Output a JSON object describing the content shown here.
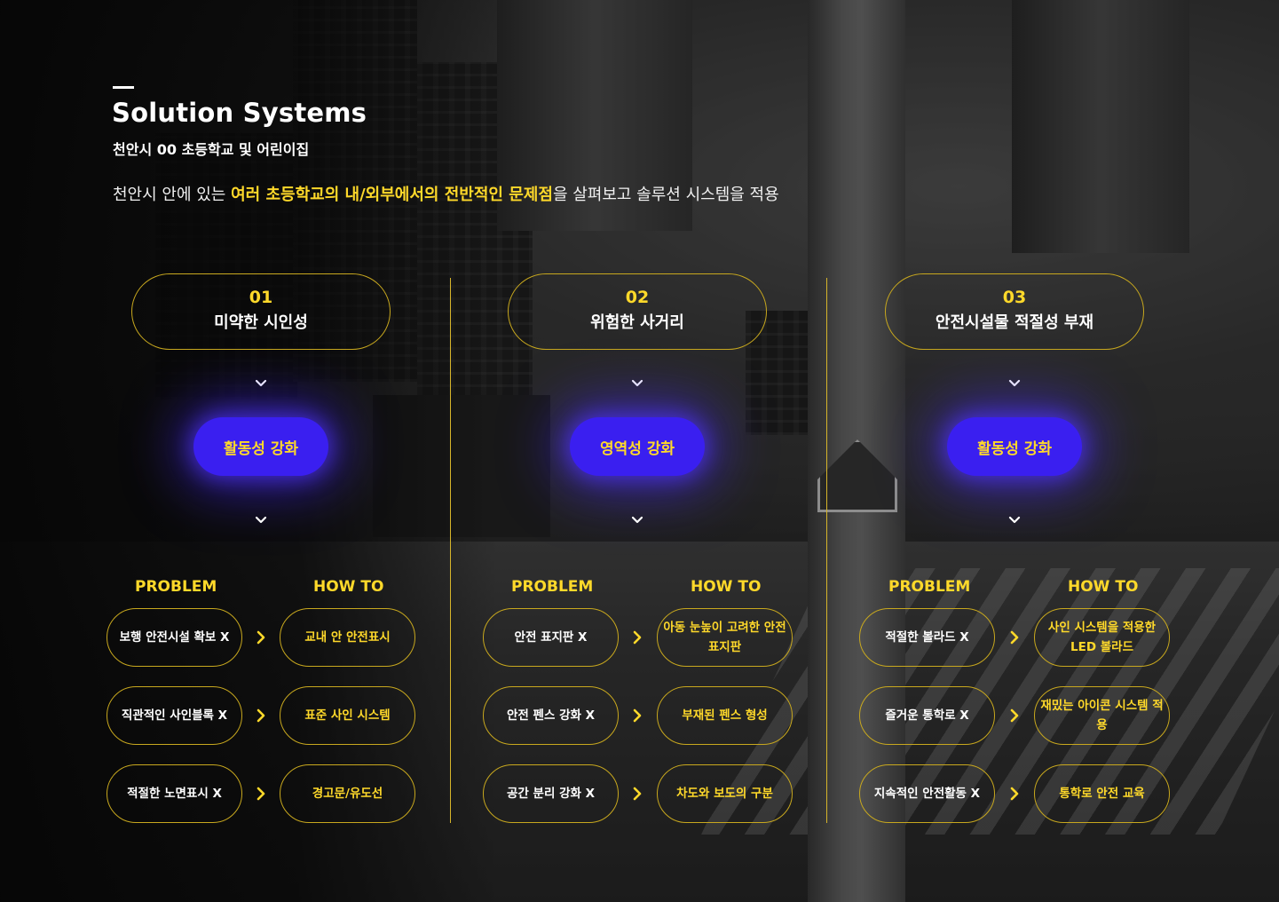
{
  "header": {
    "title": "Solution Systems",
    "subtitle": "천안시 00 초등학교 및 어린이집",
    "description_prefix": "천안시 안에 있는 ",
    "description_highlight": "여러 초등학교의 내/외부에서의 전반적인 문제점",
    "description_suffix": "을 살펴보고 솔루션 시스템을 적용"
  },
  "colors": {
    "accent_yellow": "#ffd92a",
    "pill_border": "#c8a81e",
    "focus_blue": "#3a1ff0"
  },
  "icons": {
    "down": "chevron-down-icon",
    "right": "chevron-right-icon"
  },
  "columns": [
    {
      "number": "01",
      "name": "미약한 시인성",
      "focus": "활동성 강화",
      "problem_label": "PROBLEM",
      "howto_label": "HOW TO",
      "rows": [
        {
          "problem": "보행 안전시설 확보 X",
          "howto": "교내 안 안전표시"
        },
        {
          "problem": "직관적인 사인블록 X",
          "howto": "표준 사인 시스템"
        },
        {
          "problem": "적절한 노면표시 X",
          "howto": "경고문/유도선"
        }
      ]
    },
    {
      "number": "02",
      "name": "위험한  사거리",
      "focus": "영역성 강화",
      "problem_label": "PROBLEM",
      "howto_label": "HOW TO",
      "rows": [
        {
          "problem": "안전 표지판 X",
          "howto": "아동 눈높이 고려한 안전 표지판"
        },
        {
          "problem": "안전 펜스  강화 X",
          "howto": "부재된 펜스 형성"
        },
        {
          "problem": "공간 분리 강화 X",
          "howto": "차도와 보도의 구분"
        }
      ]
    },
    {
      "number": "03",
      "name": "안전시설물  적절성 부재",
      "focus": "활동성 강화",
      "problem_label": "PROBLEM",
      "howto_label": "HOW TO",
      "rows": [
        {
          "problem": "적절한  볼라드 X",
          "howto": "사인 시스템을 적용한LED 볼라드"
        },
        {
          "problem": "즐거운 통학로  X",
          "howto": "재밌는 아이콘 시스템 적용"
        },
        {
          "problem": "지속적인 안전활동 X",
          "howto": "통학로 안전 교육"
        }
      ]
    }
  ]
}
